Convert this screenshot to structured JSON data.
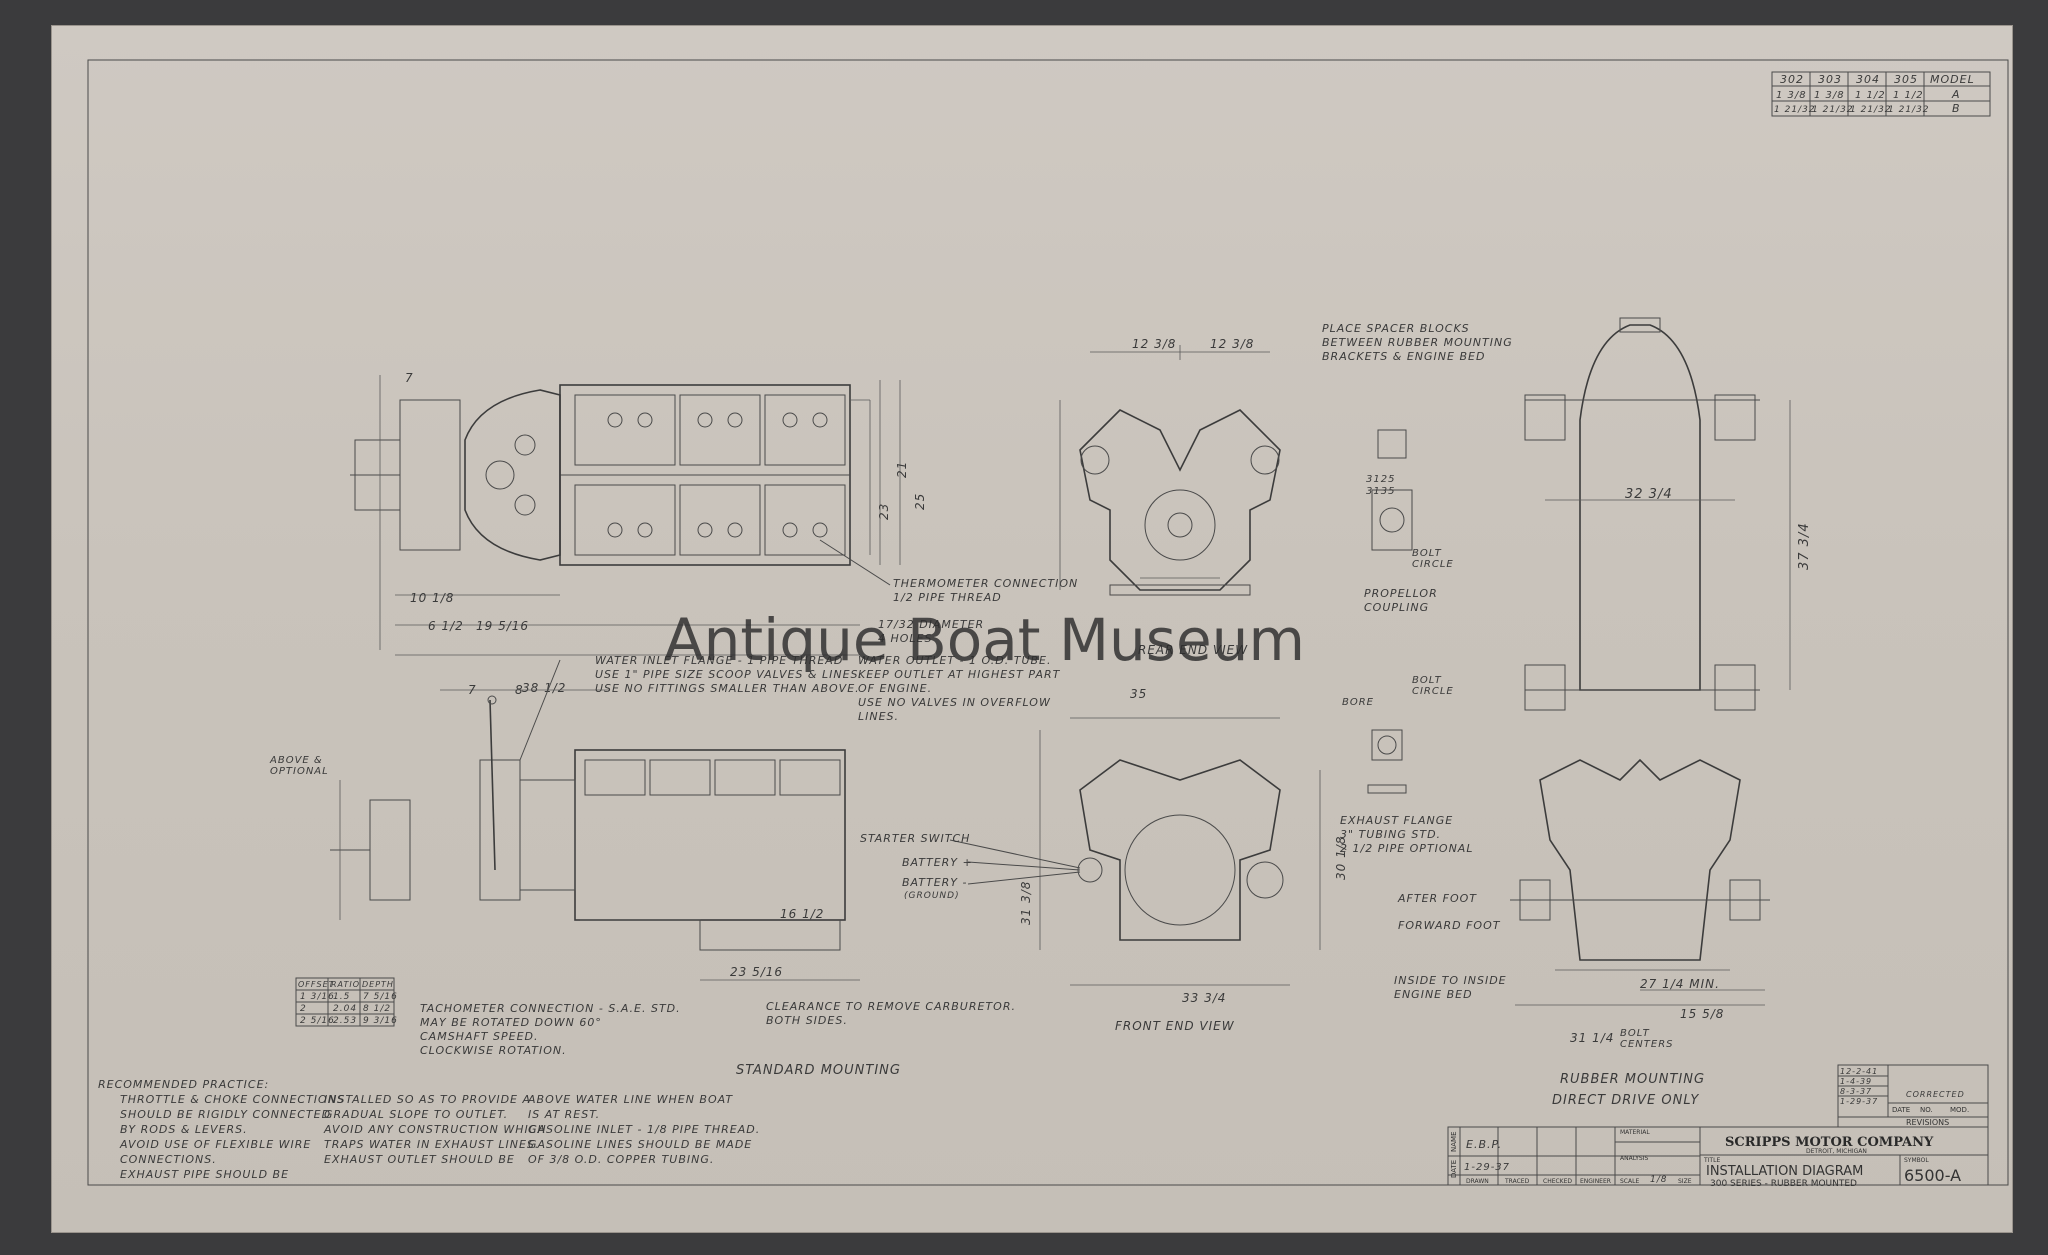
{
  "watermark": "Antique Boat Museum",
  "model_table": {
    "header": [
      "302",
      "303",
      "304",
      "305",
      "MODEL"
    ],
    "rows": [
      [
        "1 3/8",
        "1 3/8",
        "1 1/2",
        "1 1/2",
        "A"
      ],
      [
        "1 21/32",
        "1 21/32",
        "1 21/32",
        "1 21/32",
        "B"
      ]
    ]
  },
  "notes": {
    "place_spacer": [
      "PLACE SPACER BLOCKS",
      "BETWEEN RUBBER MOUNTING",
      "BRACKETS & ENGINE BED"
    ],
    "thermometer": [
      "THERMOMETER CONNECTION",
      "1/2 PIPE THREAD"
    ],
    "diameter_holes": [
      "17/32 DIAMETER",
      "4 HOLES"
    ],
    "water_inlet": [
      "WATER INLET FLANGE - 1 PIPE THREAD",
      "USE 1\" PIPE SIZE SCOOP VALVES & LINES.",
      "USE NO FITTINGS SMALLER THAN ABOVE."
    ],
    "water_outlet": [
      "WATER OUTLET - 1 O.D. TUBE.",
      "KEEP OUTLET AT HIGHEST PART",
      "OF ENGINE.",
      "USE NO VALVES IN OVERFLOW",
      "LINES."
    ],
    "propellor": [
      "PROPELLOR",
      "COUPLING"
    ],
    "bolt_circle_1": [
      "BOLT",
      "CIRCLE"
    ],
    "bolt_circle_2": [
      "BOLT",
      "CIRCLE"
    ],
    "bore": "BORE",
    "exhaust_flange": [
      "EXHAUST FLANGE",
      "3\" TUBING STD.",
      "2 1/2 PIPE OPTIONAL"
    ],
    "starter_switch": "STARTER SWITCH",
    "battery_plus": "BATTERY +",
    "battery_minus": [
      "BATTERY -",
      "(GROUND)"
    ],
    "clearance": [
      "CLEARANCE TO REMOVE CARBURETOR.",
      "BOTH SIDES."
    ],
    "tachometer": [
      "TACHOMETER CONNECTION - S.A.E. STD.",
      "MAY BE ROTATED DOWN 60°",
      "CAMSHAFT SPEED.",
      "CLOCKWISE ROTATION."
    ],
    "above_optional": [
      "ABOVE &",
      "OPTIONAL"
    ],
    "after_foot": "AFTER FOOT",
    "forward_foot": "FORWARD FOOT",
    "inside_to_inside": [
      "INSIDE TO INSIDE",
      "ENGINE BED"
    ],
    "bolt_centers": [
      "BOLT",
      "CENTERS"
    ]
  },
  "offset_table": {
    "header": [
      "OFFSET",
      "RATIO",
      "DEPTH"
    ],
    "rows": [
      [
        "1 3/16",
        "1.5",
        "7 5/16"
      ],
      [
        "2",
        "2.04",
        "8 1/2"
      ],
      [
        "2 5/16",
        "2.53",
        "9 3/16"
      ]
    ]
  },
  "view_labels": {
    "rear_end": "REAR END VIEW",
    "front_end": "FRONT END VIEW",
    "standard_mounting": "STANDARD MOUNTING",
    "rubber_mounting": "RUBBER MOUNTING",
    "direct_drive": "DIRECT DRIVE ONLY"
  },
  "dimensions": {
    "d35": "35",
    "d12a": "12 3/8",
    "d12b": "12 3/8",
    "d32": "32 3/4",
    "d37": "37 3/4",
    "d38": "38 1/2",
    "d19": "19 5/16",
    "d6": "6 1/2",
    "d10": "10 1/8",
    "d33": "33 3/4",
    "d27": "27 1/4 MIN.",
    "d15": "15 5/8",
    "d31": "31 1/4",
    "d21": "21",
    "d25": "25",
    "d23": "23",
    "d7": "7",
    "d8": "8",
    "d30": "30 1/8",
    "d31b": "31 3/8",
    "d16": "16 1/2",
    "d23b": "23 5/16",
    "d3125": "3125",
    "d3135": "3135"
  },
  "recommended": {
    "heading": "RECOMMENDED PRACTICE:",
    "col1": [
      "THROTTLE & CHOKE CONNECTIONS",
      "SHOULD BE RIGIDLY CONNECTED",
      "BY RODS & LEVERS.",
      "AVOID USE OF FLEXIBLE WIRE",
      "CONNECTIONS.",
      "EXHAUST PIPE SHOULD BE"
    ],
    "col2": [
      "INSTALLED SO AS TO PROVIDE A",
      "GRADUAL SLOPE TO OUTLET.",
      "AVOID ANY CONSTRUCTION WHICH",
      "TRAPS WATER IN EXHAUST LINES.",
      "EXHAUST OUTLET SHOULD BE"
    ],
    "col3": [
      "ABOVE WATER LINE WHEN BOAT",
      "IS AT REST.",
      "GASOLINE INLET - 1/8 PIPE THREAD.",
      "GASOLINE LINES SHOULD BE MADE",
      "OF 3/8 O.D. COPPER TUBING."
    ]
  },
  "revisions": {
    "dates": [
      "12-2-41",
      "1-4-39",
      "8-3-37",
      "1-29-37"
    ],
    "corrected": "CORRECTED",
    "label": "REVISIONS",
    "date_col": "DATE",
    "no_col": "NO.",
    "mod_col": "MOD."
  },
  "title_block": {
    "company": "SCRIPPS MOTOR COMPANY",
    "city": "DETROIT, MICHIGAN",
    "title_label": "TITLE",
    "title": "INSTALLATION DIAGRAM",
    "subtitle": "300 SERIES - RUBBER MOUNTED",
    "symbol_label": "SYMBOL",
    "number": "6500-A",
    "name_label": "NAME",
    "date_label": "DATE",
    "drawn_by": "E.B.P.",
    "drawn_date": "1-29-37",
    "material_label": "MATERIAL",
    "analysis_label": "ANALYSIS",
    "scale_label": "SCALE",
    "scale": "1/8",
    "size_label": "SIZE",
    "cols": [
      "DRAWN",
      "TRACED",
      "CHECKED",
      "ENGINEER"
    ]
  }
}
